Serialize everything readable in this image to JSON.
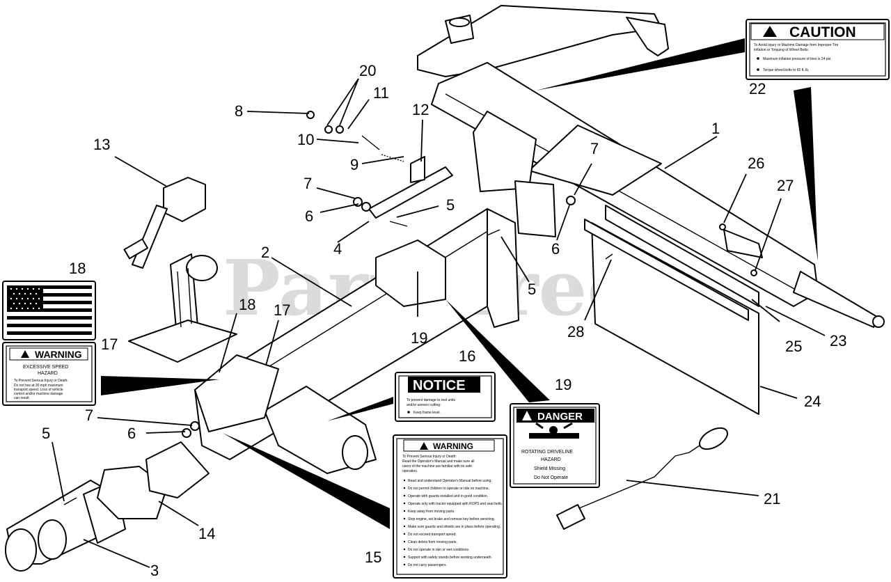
{
  "watermark": "PartsTree",
  "callouts": {
    "c1": "1",
    "c2": "2",
    "c3": "3",
    "c4": "4",
    "c5a": "5",
    "c5b": "5",
    "c5c": "5",
    "c6a": "6",
    "c6b": "6",
    "c6c": "6",
    "c7a": "7",
    "c7b": "7",
    "c7c": "7",
    "c8": "8",
    "c9": "9",
    "c10": "10",
    "c11": "11",
    "c12": "12",
    "c13": "13",
    "c14": "14",
    "c15": "15",
    "c16": "16",
    "c17a": "17",
    "c17b": "17",
    "c18a": "18",
    "c18b": "18",
    "c19a": "19",
    "c19b": "19",
    "c20": "20",
    "c21": "21",
    "c22": "22",
    "c23": "23",
    "c24": "24",
    "c25": "25",
    "c26": "26",
    "c27": "27",
    "c28": "28"
  },
  "decals": {
    "caution": {
      "header": "CAUTION",
      "line1": "To Avoid Injury or Machine Damage from Improper Tire",
      "line2": "Inflation or Torquing of Wheel Bolts:",
      "bullet1": "Maximum inflation pressure of tires is 24 psi.",
      "bullet2": "Torque wheel bolts to 65 ft. lb."
    },
    "warning_speed": {
      "header": "WARNING",
      "title1": "EXCESSIVE SPEED",
      "title2": "HAZARD",
      "line1": "To Prevent Serious Injury or Death:",
      "line2": "Do not tow at 30 mph maximum",
      "line3": "transport speed. Loss of vehicle",
      "line4": "control and/or machine damage",
      "line5": "can result."
    },
    "notice": {
      "header": "NOTICE",
      "line1": "To prevent damage to reel units",
      "line2": "and/or uneven cutting:",
      "bullet1": "Keep frame level."
    },
    "danger": {
      "header": "DANGER",
      "line1": "ROTATING DRIVELINE",
      "line2": "HAZARD",
      "line3": "Shield Missing",
      "line4": "Do Not Operate"
    },
    "warning_main": {
      "header": "WARNING",
      "line1": "To Prevent Serious Injury or Death:",
      "line2": "Read the Operator's Manual and make sure all",
      "line3": "users of the machine are familiar with its safe",
      "line4": "operation.",
      "items": [
        "Read and understand Operator's Manual before using.",
        "Do not permit children to operate or ride on machine.",
        "Operate with guards installed and in good condition.",
        "Operate only with tractor equipped with ROPS and seat belts.",
        "Keep away from moving parts.",
        "Stop engine, set brake and remove key before servicing.",
        "Make sure guards and shields are in place before operating.",
        "Do not exceed transport speed.",
        "Clean debris from moving parts.",
        "Do not operate in rain or wet conditions.",
        "Support with safety stands before working underneath.",
        "Do not carry passengers."
      ]
    }
  }
}
